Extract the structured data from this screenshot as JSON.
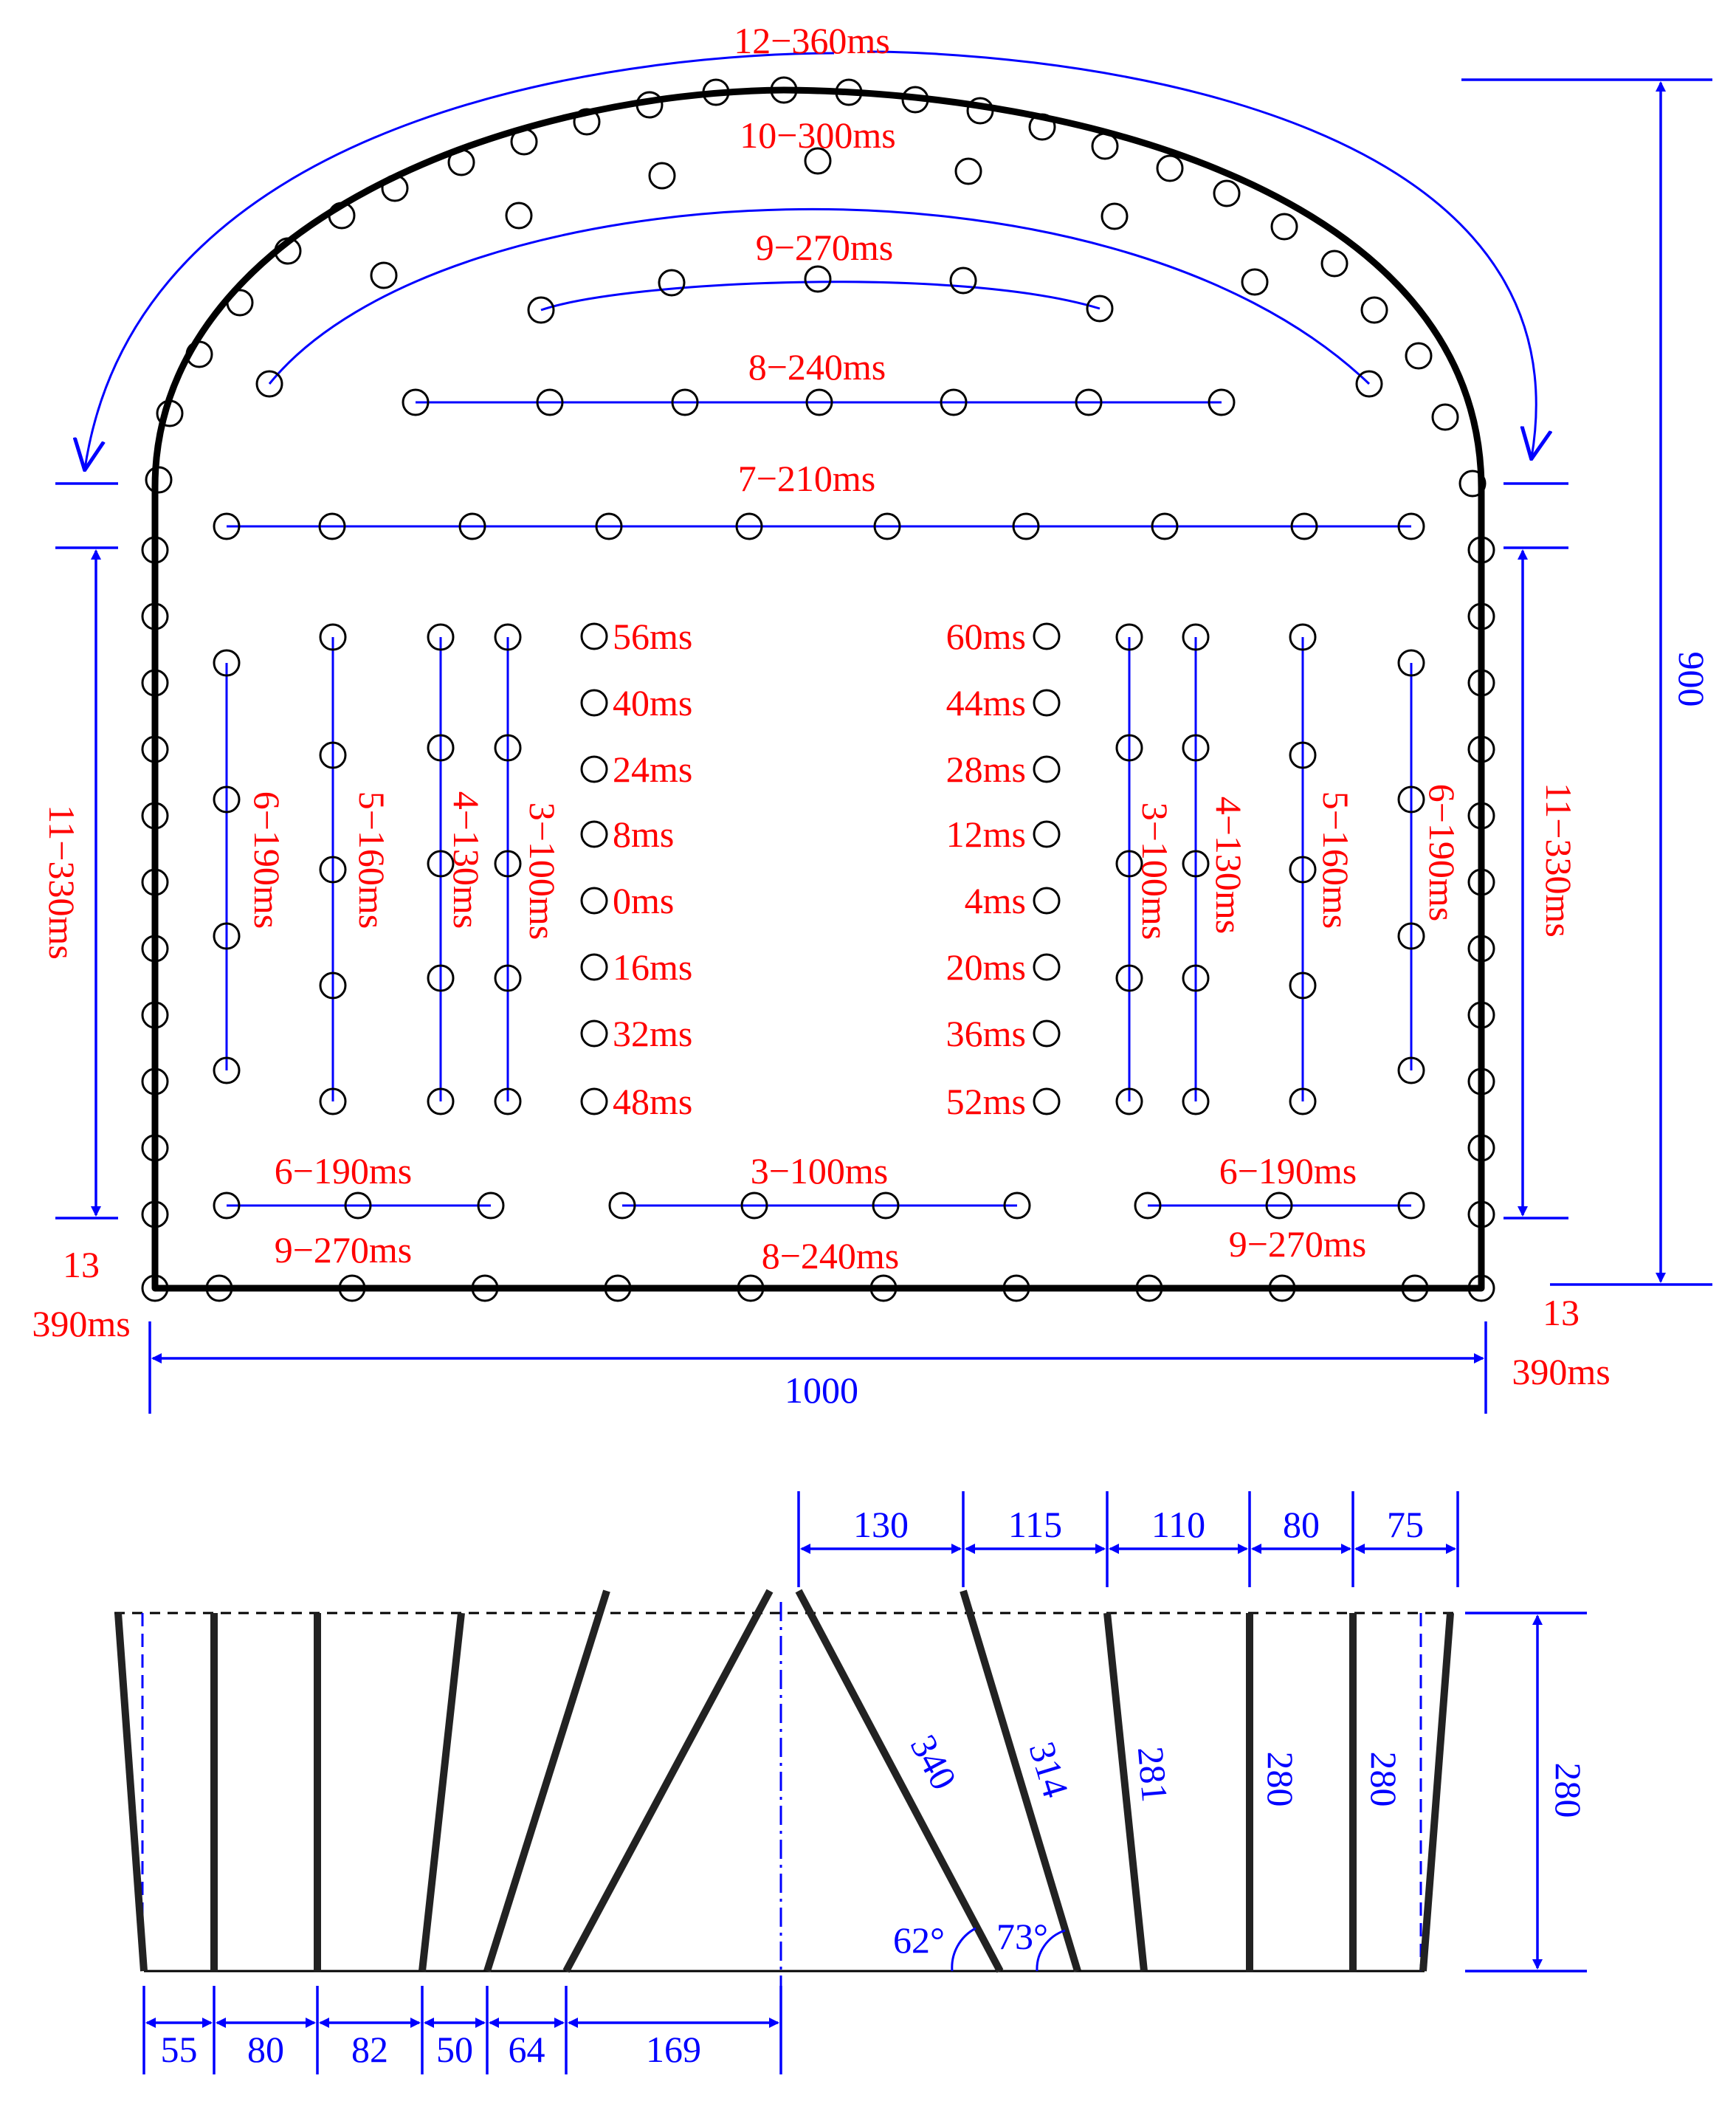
{
  "colors": {
    "delay_label": "#ff0000",
    "dimension": "#0000ff",
    "outline": "#000000"
  },
  "front_view": {
    "delays": {
      "perimeter_arch": "12−360ms",
      "arch_row_10": "10−300ms",
      "arch_row_9": "9−270ms",
      "row_8": "8−240ms",
      "row_7": "7−210ms",
      "side_wall_left": "11−330ms",
      "side_wall_right": "11−330ms",
      "col_left_6": "6−190ms",
      "col_left_5": "5−160ms",
      "col_left_4": "4−130ms",
      "col_left_3": "3−100ms",
      "col_right_3": "3−100ms",
      "col_right_4": "4−130ms",
      "col_right_5": "5−160ms",
      "col_right_6": "6−190ms",
      "bottom_left_upper": "6−190ms",
      "bottom_left_lower": "9−270ms",
      "bottom_center_upper": "3−100ms",
      "bottom_center_lower": "8−240ms",
      "bottom_right_upper": "6−190ms",
      "bottom_right_lower": "9−270ms",
      "corner_left_number": "13",
      "corner_left_time": "390ms",
      "corner_right_number": "13",
      "corner_right_time": "390ms"
    },
    "cut_left": [
      "56ms",
      "40ms",
      "24ms",
      "8ms",
      "0ms",
      "16ms",
      "32ms",
      "48ms"
    ],
    "cut_right": [
      "60ms",
      "44ms",
      "28ms",
      "12ms",
      "4ms",
      "20ms",
      "36ms",
      "52ms"
    ],
    "dim_width": "1000",
    "dim_height": "900",
    "dim_wall_left": "",
    "dim_wall_right": ""
  },
  "section_view": {
    "top_spacings": [
      "130",
      "115",
      "110",
      "80",
      "75"
    ],
    "hole_lengths": [
      "340",
      "314",
      "281",
      "280",
      "280"
    ],
    "angles": [
      "62°",
      "73°"
    ],
    "depth": "280",
    "bottom_spacings": [
      "55",
      "80",
      "82",
      "50",
      "64",
      "169"
    ]
  }
}
